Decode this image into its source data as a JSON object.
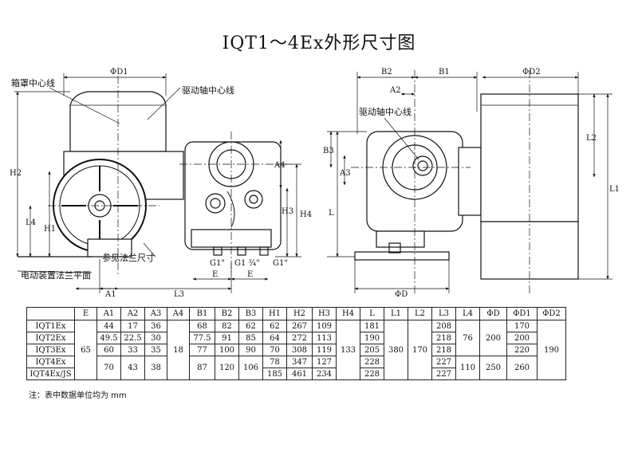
{
  "title": "IQT1～4Ex外形尺寸图",
  "labels": {
    "cover_center": "箱罩中心线",
    "drive_center_left": "驱动轴中心线",
    "drive_center_right": "驱动轴中心线",
    "flange_ref": "参见法兰尺寸",
    "flange_plane": "电动装置法兰平面",
    "g1_a": "G1\"",
    "g1_b": "G1 ¾\"",
    "g1_c": "G1\""
  },
  "dims": {
    "d1": "ΦD1",
    "d2": "ΦD2",
    "d": "ΦD",
    "h1": "H1",
    "h2": "H2",
    "h3": "H3",
    "h4": "H4",
    "a1": "A1",
    "a2": "A2",
    "a3": "A3",
    "a4": "A4",
    "b1": "B1",
    "b2": "B2",
    "b3": "B3",
    "l": "L",
    "l1": "L1",
    "l2": "L2",
    "l3": "L3",
    "l4": "L4",
    "e": "E"
  },
  "table": {
    "headers": [
      "",
      "E",
      "A1",
      "A2",
      "A3",
      "A4",
      "B1",
      "B2",
      "B3",
      "H1",
      "H2",
      "H3",
      "H4",
      "L",
      "L1",
      "L2",
      "L3",
      "L4",
      "ΦD",
      "ΦD1",
      "ΦD2"
    ],
    "models": [
      "IQT1Ex",
      "IQT2Ex",
      "IQT3Ex",
      "IQT4Ex",
      "IQT4Ex/JS"
    ],
    "e": "65",
    "a4": "18",
    "h4": "133",
    "l1": "380",
    "l2": "170",
    "d2": "190",
    "l4": [
      "76",
      "110"
    ],
    "d": [
      "200",
      "250"
    ],
    "rows": [
      {
        "a1": "44",
        "a2": "17",
        "a3": "36",
        "b1": "68",
        "b2": "82",
        "b3": "62",
        "h1": "62",
        "h2": "267",
        "h3": "109",
        "l": "181",
        "l3": "208",
        "d1": "170"
      },
      {
        "a1": "49.5",
        "a2": "22.5",
        "a3": "30",
        "b1": "77.5",
        "b2": "91",
        "b3": "85",
        "h1": "64",
        "h2": "272",
        "h3": "113",
        "l": "190",
        "l3": "218",
        "d1": "200"
      },
      {
        "a1": "60",
        "a2": "33",
        "a3": "35",
        "b1": "77",
        "b2": "100",
        "b3": "90",
        "h1": "70",
        "h2": "308",
        "h3": "119",
        "l": "205",
        "l3": "218",
        "d1": "220"
      }
    ],
    "row4": {
      "h1": "78",
      "h2": "347",
      "h3": "127",
      "l": "228",
      "l3": "227"
    },
    "row5": {
      "h1": "185",
      "h2": "461",
      "h3": "234",
      "l": "228",
      "l3": "227"
    },
    "merged45": {
      "a1": "70",
      "a2": "43",
      "a3": "38",
      "b1": "87",
      "b2": "120",
      "b3": "106",
      "d1": "260"
    }
  },
  "note": "注：表中数据单位均为 mm"
}
